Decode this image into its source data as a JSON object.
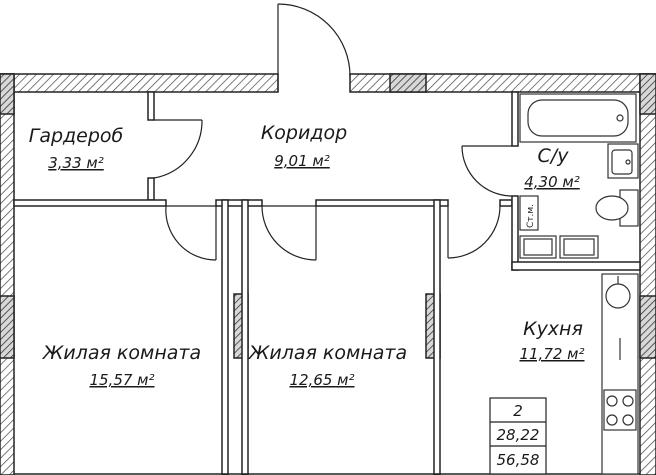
{
  "rooms": [
    {
      "name": "Гардероб",
      "area": "3,33 м²"
    },
    {
      "name": "Коридор",
      "area": "9,01 м²"
    },
    {
      "name": "С/у",
      "area": "4,30 м²"
    },
    {
      "name": "Жилая комната",
      "area": "15,57 м²"
    },
    {
      "name": "Жилая комната",
      "area": "12,65 м²"
    },
    {
      "name": "Кухня",
      "area": "11,72 м²"
    }
  ],
  "riser_label": "Ст.м.",
  "summary": {
    "rooms_count": "2",
    "living_area": "28,22",
    "total_area": "56,58"
  }
}
